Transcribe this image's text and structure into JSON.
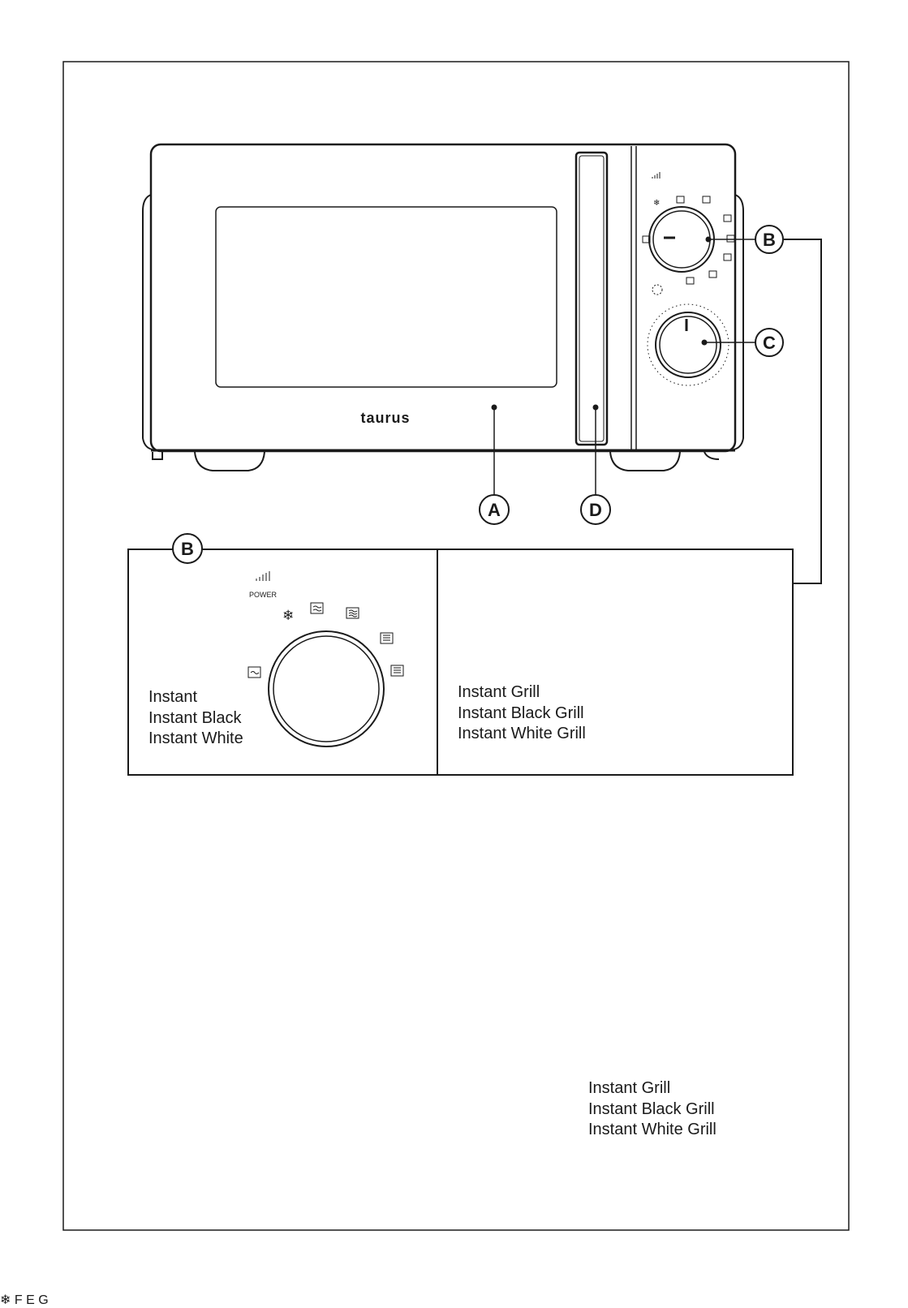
{
  "brand": "taurus",
  "callouts": {
    "A": "A",
    "B": "B",
    "C": "C",
    "D": "D",
    "E": "E",
    "F": "F",
    "G": "G"
  },
  "power_label": "POWER",
  "variants_left": [
    "Instant",
    "Instant Black",
    "Instant White"
  ],
  "variants_right": [
    "Instant Grill",
    "Instant Black Grill",
    "Instant White Grill"
  ],
  "variants_rack": [
    "Instant Grill",
    "Instant Black Grill",
    "Instant White Grill"
  ],
  "colors": {
    "line": "#1a1a1a",
    "background": "#ffffff"
  },
  "icons": [
    "power-level-icon",
    "defrost-snowflake-icon",
    "microwave-level-icon",
    "grill-icon"
  ]
}
